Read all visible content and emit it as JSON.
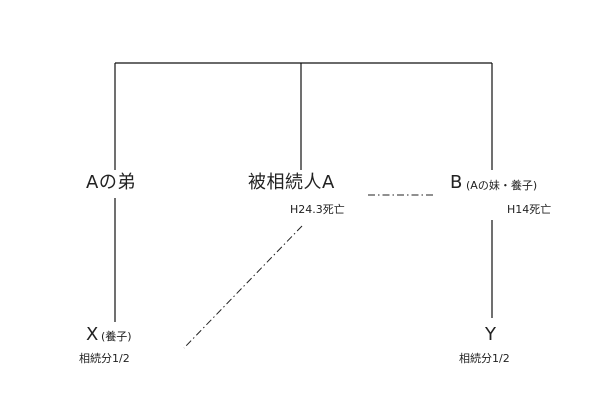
{
  "diagram": {
    "nodes": {
      "a_brother": {
        "label": "Aの弟"
      },
      "decedent_a": {
        "label": "被相続人A",
        "note": "H24.3死亡"
      },
      "b": {
        "label": "B",
        "paren": "(Aの妹・養子)",
        "note": "H14死亡"
      },
      "x": {
        "label": "X",
        "paren": "(養子)",
        "share": "相続分1/2"
      },
      "y": {
        "label": "Y",
        "share": "相続分1/2"
      }
    },
    "relations": [
      {
        "from": "parent-line",
        "to": "a_brother",
        "style": "solid"
      },
      {
        "from": "parent-line",
        "to": "decedent_a",
        "style": "solid"
      },
      {
        "from": "parent-line",
        "to": "b",
        "style": "solid"
      },
      {
        "from": "a_brother",
        "to": "x",
        "style": "solid"
      },
      {
        "from": "b",
        "to": "y",
        "style": "solid"
      },
      {
        "from": "decedent_a",
        "to": "x",
        "style": "dash-dot"
      },
      {
        "from": "decedent_a",
        "to": "b",
        "style": "dash-dot"
      }
    ]
  }
}
